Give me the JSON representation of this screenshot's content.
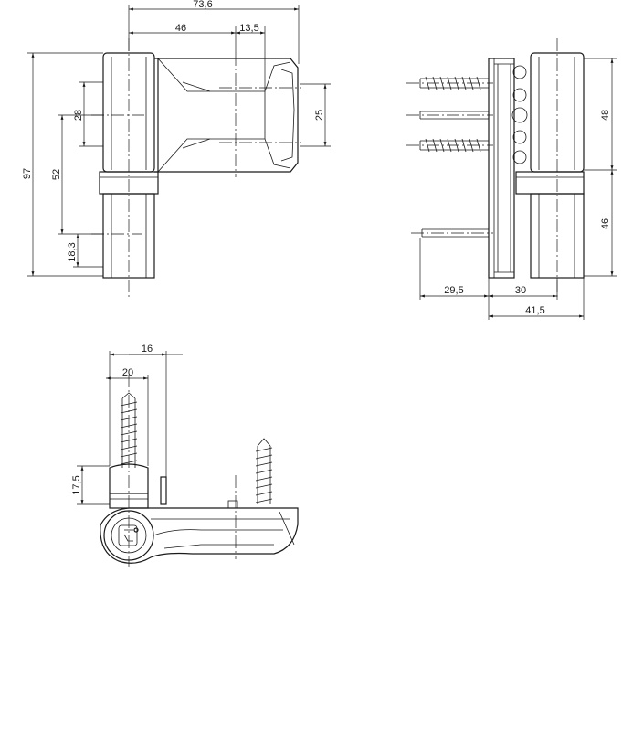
{
  "dimensions": {
    "front": {
      "total_width": "73,6",
      "leaf_width": "46",
      "offset": "13,5",
      "height_total": "97",
      "pitch_52": "52",
      "pitch_28": "28",
      "bottom_18": "18,3",
      "leaf_height_25": "25"
    },
    "side": {
      "upper_48": "48",
      "lower_46": "46",
      "screw_29": "29,5",
      "depth_30": "30",
      "total_41": "41,5"
    },
    "top": {
      "width_16": "16",
      "width_20": "20",
      "height_17": "17,5"
    }
  }
}
